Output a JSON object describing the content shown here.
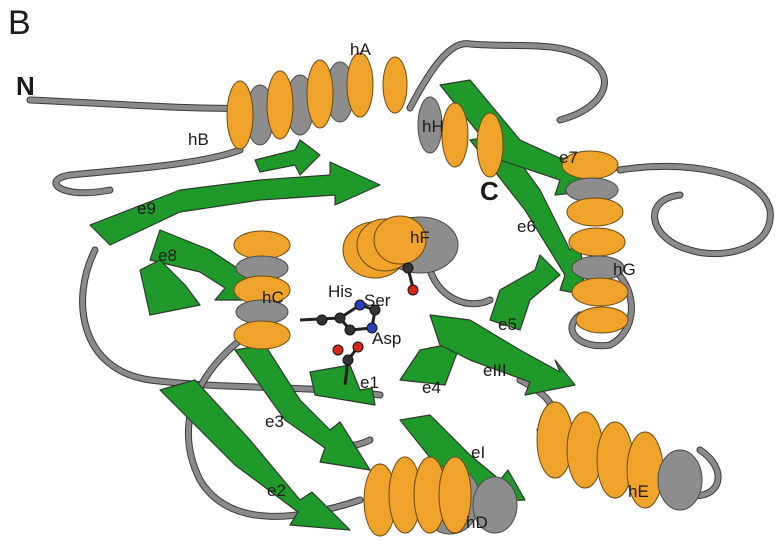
{
  "figure": {
    "panel_letter": "B",
    "termini": {
      "n": "N",
      "c": "C"
    },
    "helices": [
      "hA",
      "hB",
      "hC",
      "hD",
      "hE",
      "hF",
      "hG",
      "hH"
    ],
    "strands": [
      "e1",
      "e2",
      "e3",
      "e4",
      "e5",
      "e6",
      "e7",
      "e8",
      "e9",
      "eI",
      "eIII"
    ],
    "residues": [
      "His",
      "Ser",
      "Asp"
    ],
    "colors": {
      "helix": "#f0a32a",
      "strand": "#1f9a2a",
      "coil": "#8a8a8a",
      "oxygen": "#d8261c",
      "nitrogen": "#2b3fb8",
      "carbon": "#333333"
    }
  }
}
